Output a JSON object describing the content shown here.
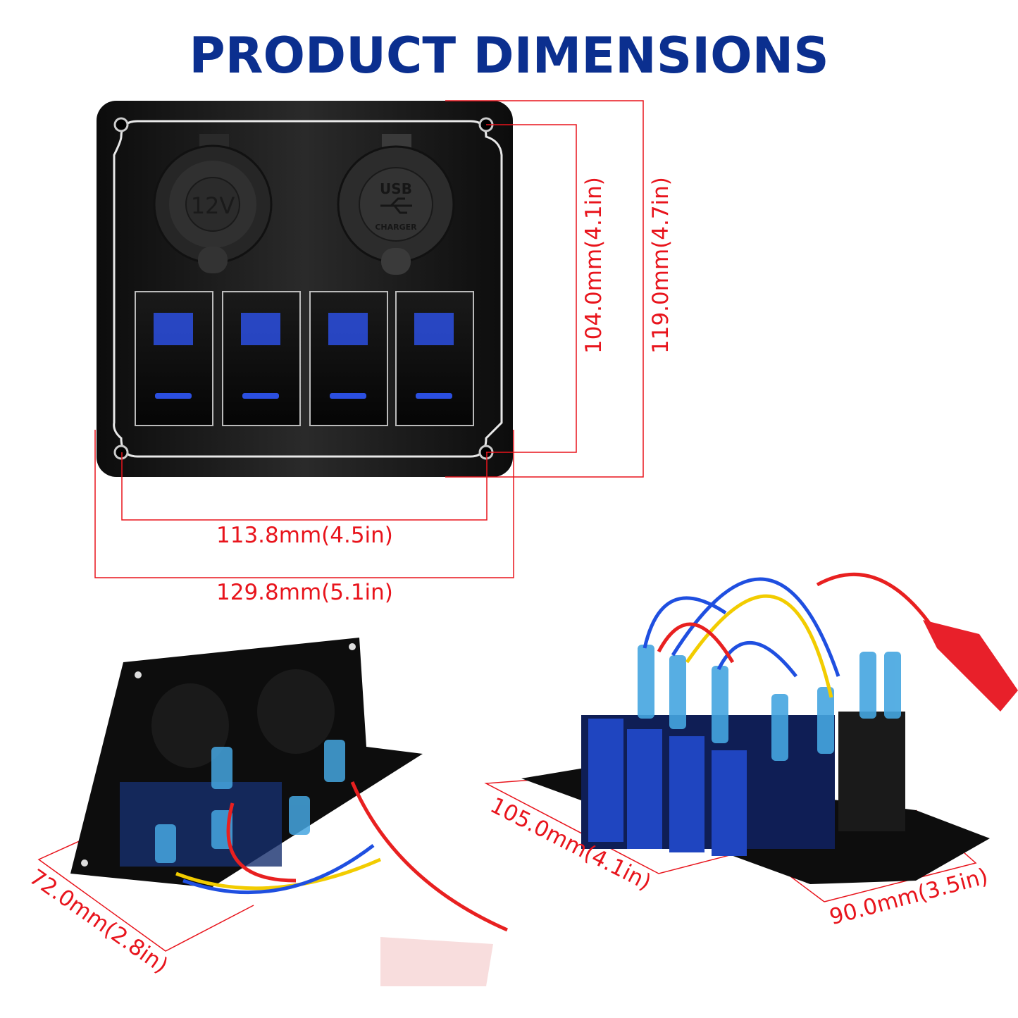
{
  "title": "PRODUCT DIMENSIONS",
  "colors": {
    "title": "#0b2f8f",
    "dimension": "#e8141c",
    "panel": "#111111",
    "led": "#2b4fe0"
  },
  "front_panel": {
    "sockets": [
      {
        "label": "12V",
        "icon": "cigarette-lighter-socket-icon"
      },
      {
        "label_top": "USB",
        "label_bottom": "CHARGER",
        "icon": "usb-icon"
      }
    ],
    "switch_count": 4
  },
  "dimensions": {
    "hole_height": "104.0mm(4.1in)",
    "panel_height": "119.0mm(4.7in)",
    "hole_width": "113.8mm(4.5in)",
    "panel_width": "129.8mm(5.1in)",
    "depth_rear": "72.0mm(2.8in)",
    "side_length": "105.0mm(4.1in)",
    "side_width": "90.0mm(3.5in)"
  }
}
